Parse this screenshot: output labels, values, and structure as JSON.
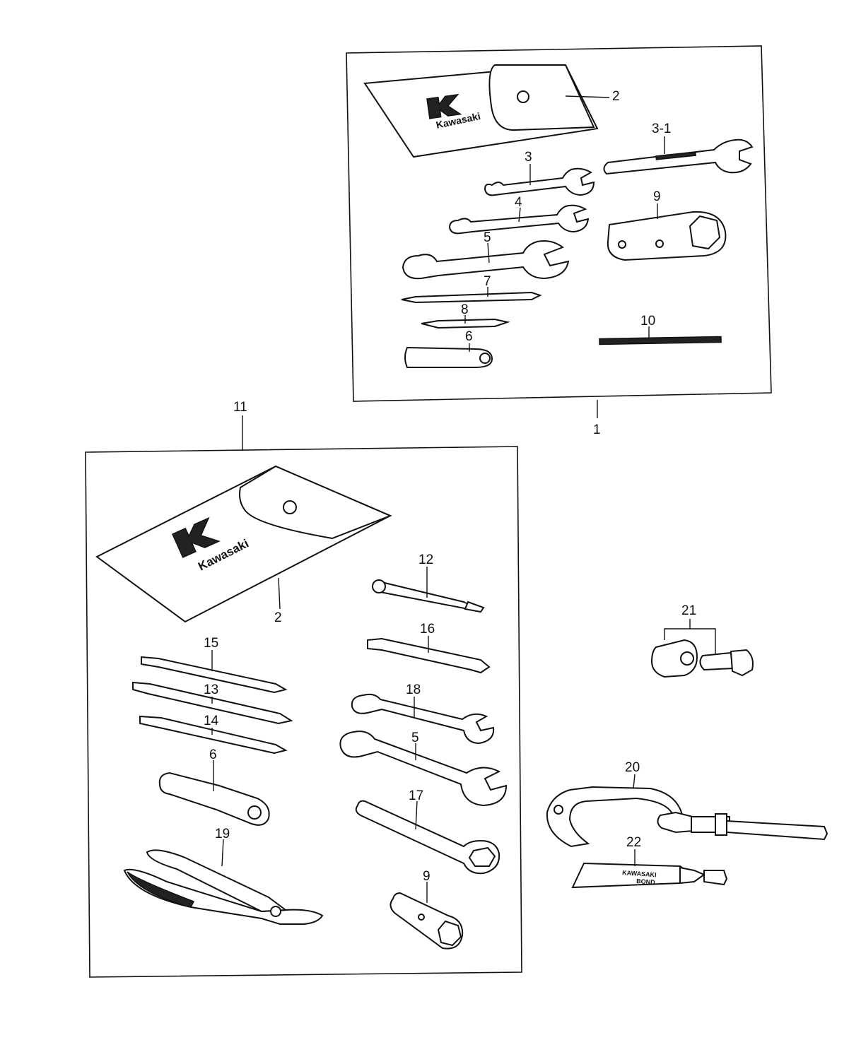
{
  "diagram": {
    "kit_1": {
      "kit_number": "1",
      "pouch_brand": "Kawasaki",
      "callouts": [
        "2",
        "3-1",
        "3",
        "4",
        "9",
        "5",
        "7",
        "8",
        "6",
        "10"
      ]
    },
    "kit_11": {
      "kit_number": "11",
      "pouch_brand": "Kawasaki",
      "callouts": [
        "2",
        "12",
        "16",
        "15",
        "13",
        "14",
        "18",
        "5",
        "6",
        "17",
        "19",
        "9"
      ]
    },
    "loose_parts": {
      "callouts": [
        "21",
        "20",
        "22"
      ],
      "tube_label_line1": "KAWASAKI",
      "tube_label_line2": "BOND"
    },
    "colors": {
      "ink": "#111111",
      "paper": "#ffffff"
    }
  }
}
